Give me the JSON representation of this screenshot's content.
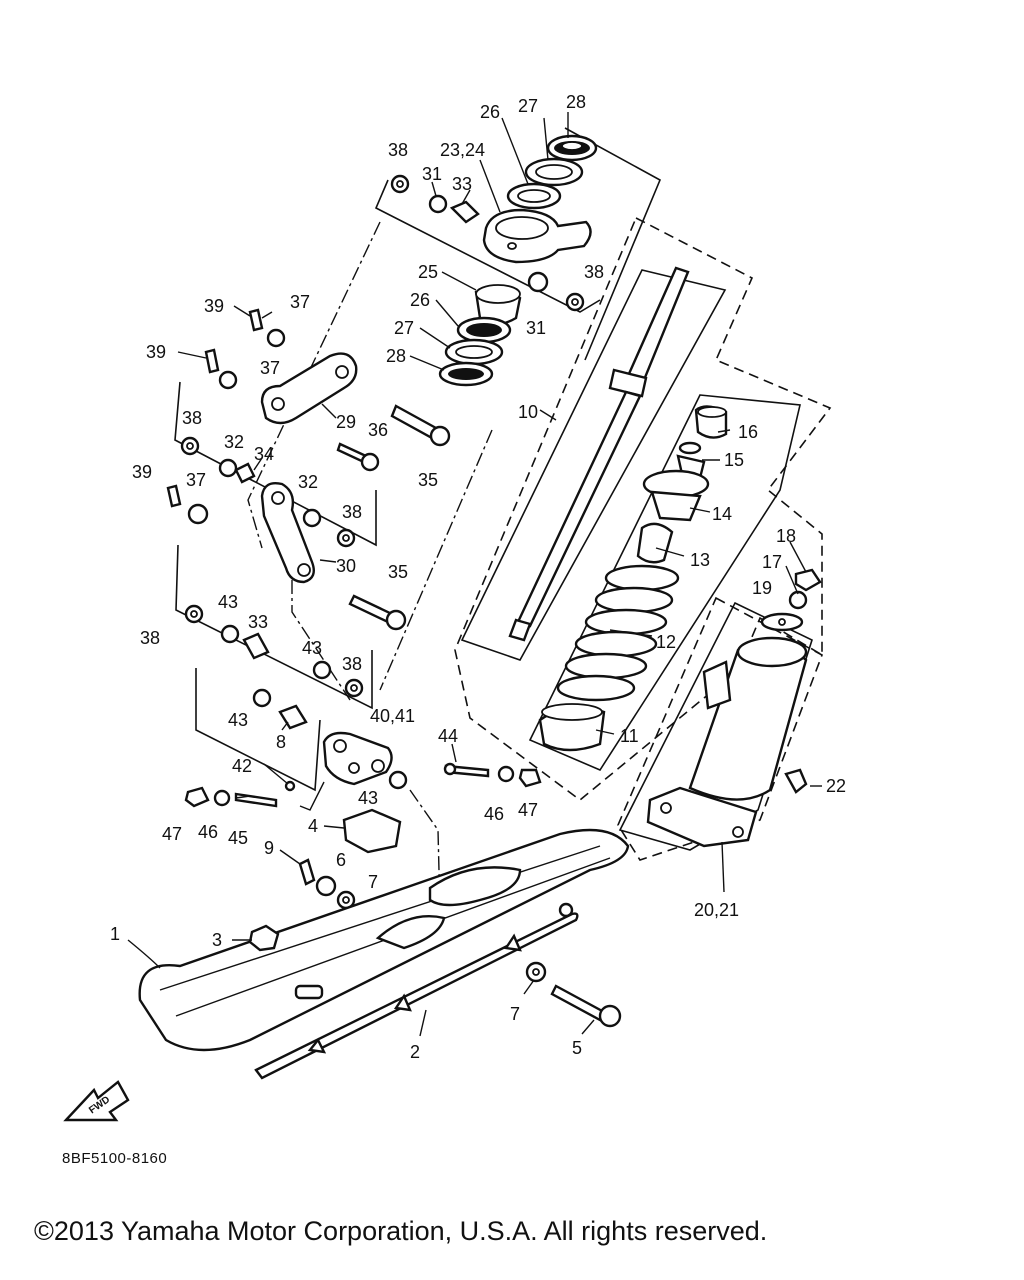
{
  "diagram_code": "8BF5100-8160",
  "copyright": "©2013 Yamaha Motor Corporation, U.S.A. All rights reserved.",
  "fwd_label": "FWD",
  "callouts": [
    "1",
    "2",
    "3",
    "4",
    "5",
    "6",
    "7",
    "7",
    "8",
    "9",
    "10",
    "11",
    "12",
    "13",
    "14",
    "15",
    "16",
    "17",
    "18",
    "19",
    "20,21",
    "22",
    "23,24",
    "25",
    "26",
    "26",
    "27",
    "27",
    "28",
    "28",
    "29",
    "30",
    "31",
    "31",
    "32",
    "32",
    "33",
    "33",
    "34",
    "35",
    "35",
    "36",
    "37",
    "37",
    "37",
    "38",
    "38",
    "38",
    "38",
    "38",
    "38",
    "39",
    "39",
    "39",
    "40,41",
    "42",
    "43",
    "43",
    "43",
    "43",
    "44",
    "45",
    "46",
    "46",
    "47",
    "47"
  ]
}
